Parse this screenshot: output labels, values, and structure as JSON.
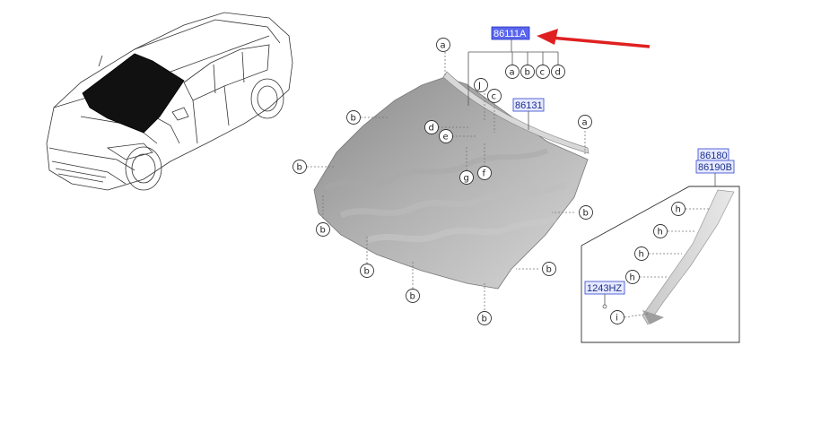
{
  "colors": {
    "arrow": "#e02020",
    "label_text": "#1a2f8c",
    "label_box": "#e6e9ff",
    "label_box_selected": "#5a66ee",
    "glass_dark": "#8a8a8a",
    "glass_light": "#d6d6d6"
  },
  "icons": {
    "car": "car-outline-illustration",
    "pointer": "red-arrow-icon"
  },
  "parts": {
    "windshield": "86111A",
    "moulding": "86131",
    "pillar_upper": "86180",
    "pillar_lower": "86190B",
    "fastener": "1243HZ"
  },
  "callouts": {
    "a": "a",
    "b": "b",
    "c": "c",
    "d": "d",
    "e": "e",
    "f": "f",
    "g": "g",
    "h": "h",
    "i": "i",
    "j": "J"
  }
}
